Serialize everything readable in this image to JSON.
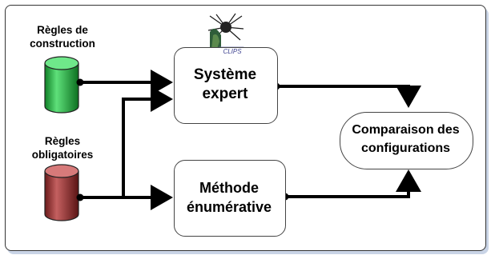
{
  "db_construction": {
    "line1": "Règles de",
    "line2": "construction"
  },
  "db_obligatoires": {
    "line1": "Règles",
    "line2": "obligatoires"
  },
  "expert": {
    "line1": "Système",
    "line2": "expert"
  },
  "enum": {
    "line1": "Méthode",
    "line2": "énumérative"
  },
  "comparaison": {
    "line1": "Comparaison des",
    "line2": "configurations"
  },
  "logo": {
    "text": "CLIPS"
  },
  "colors": {
    "green_cylinder": "#1fa53a",
    "red_cylinder": "#8c2a2a",
    "arrow": "#000000"
  }
}
